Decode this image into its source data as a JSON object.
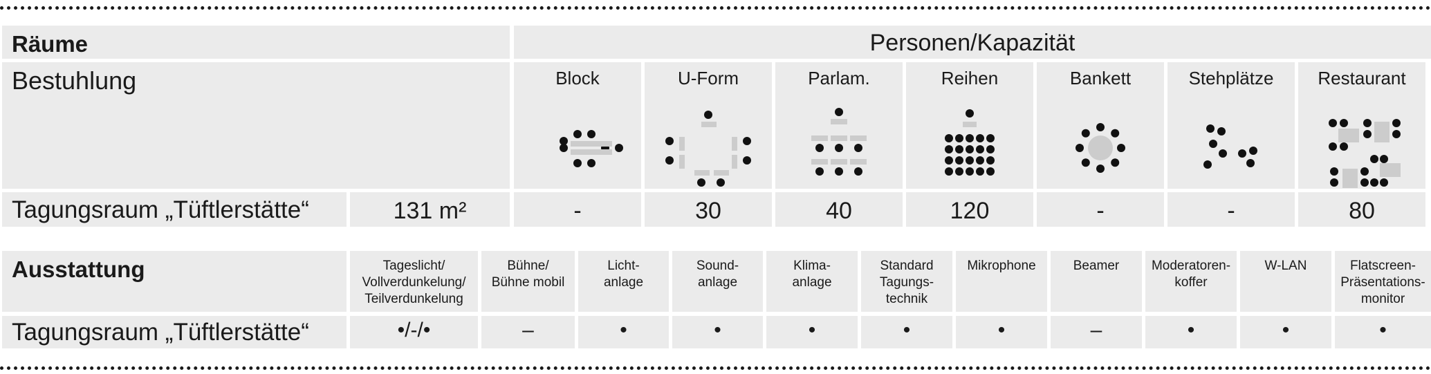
{
  "table1": {
    "rooms_header": "Räume",
    "capacity_header": "Personen/Kapazität",
    "seating_label": "Bestuhlung",
    "columns": [
      {
        "label": "Block",
        "icon": "block-seating-icon"
      },
      {
        "label": "U-Form",
        "icon": "u-shape-seating-icon"
      },
      {
        "label": "Parlam.",
        "icon": "parliament-seating-icon"
      },
      {
        "label": "Reihen",
        "icon": "row-seating-icon"
      },
      {
        "label": "Bankett",
        "icon": "banquet-seating-icon"
      },
      {
        "label": "Stehplätze",
        "icon": "standing-icon"
      },
      {
        "label": "Restaurant",
        "icon": "restaurant-seating-icon"
      }
    ],
    "row": {
      "room": "Tagungsraum „Tüftlerstätte“",
      "area": "131 m²",
      "values": [
        "-",
        "30",
        "40",
        "120",
        "-",
        "-",
        "80"
      ]
    }
  },
  "table2": {
    "header": "Ausstattung",
    "columns": [
      "Tageslicht/\nVollverdunkelung/\nTeilverdunkelung",
      "Bühne/\nBühne mobil",
      "Licht-\nanlage",
      "Sound-\nanlage",
      "Klima-\nanlage",
      "Standard\nTagungs-\ntechnik",
      "Mikrophone",
      "Beamer",
      "Moderatoren-\nkoffer",
      "W-LAN",
      "Flatscreen-\nPräsentations-\nmonitor"
    ],
    "row": {
      "room": "Tagungsraum „Tüftlerstätte“",
      "values": [
        "•/-/•",
        "–",
        "•",
        "•",
        "•",
        "•",
        "•",
        "–",
        "•",
        "•",
        "•"
      ]
    }
  },
  "colors": {
    "cell_bg": "#ebebeb",
    "icon_gray": "#cccccc",
    "text": "#1a1a1a"
  }
}
